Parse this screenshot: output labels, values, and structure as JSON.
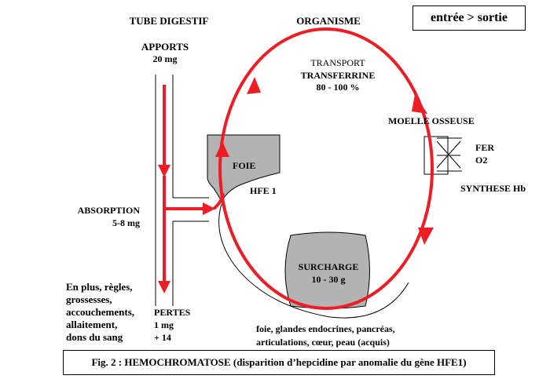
{
  "header": {
    "left_column": "TUBE DIGESTIF",
    "middle_column": "ORGANISME",
    "badge": "entrée > sortie"
  },
  "intake": {
    "label": "APPORTS",
    "value": "20 mg"
  },
  "absorption": {
    "label": "ABSORPTION",
    "value": "5-8 mg"
  },
  "losses": {
    "label": "PERTES",
    "value": "1 mg",
    "extra": "+ 14"
  },
  "extra_losses": [
    "En plus, règles,",
    "grossesses,",
    "accouchements,",
    "allaitement,",
    "dons du sang"
  ],
  "transport": {
    "label": "TRANSPORT",
    "carrier": "TRANSFERRINE",
    "saturation": "80 - 100 %"
  },
  "liver": {
    "label": "FOIE",
    "gene": "HFE 1"
  },
  "marrow": {
    "label": "MOELLE OSSEUSE",
    "fer": "FER",
    "o2": "O2",
    "synthesis": "SYNTHESE Hb"
  },
  "overload": {
    "label": "SURCHARGE",
    "value": "10 - 30 g"
  },
  "overload_sites": [
    "foie, glandes endocrines, pancréas,",
    "articulations, cœur, peau (acquis)"
  ],
  "caption": "Fig. 2 : HEMOCHROMATOSE (disparition d’hepcidine par anomalie du gène HFE1)",
  "colors": {
    "arrow": "#ee1c25",
    "shape_fill": "#b3b3b3",
    "line": "#000000"
  }
}
